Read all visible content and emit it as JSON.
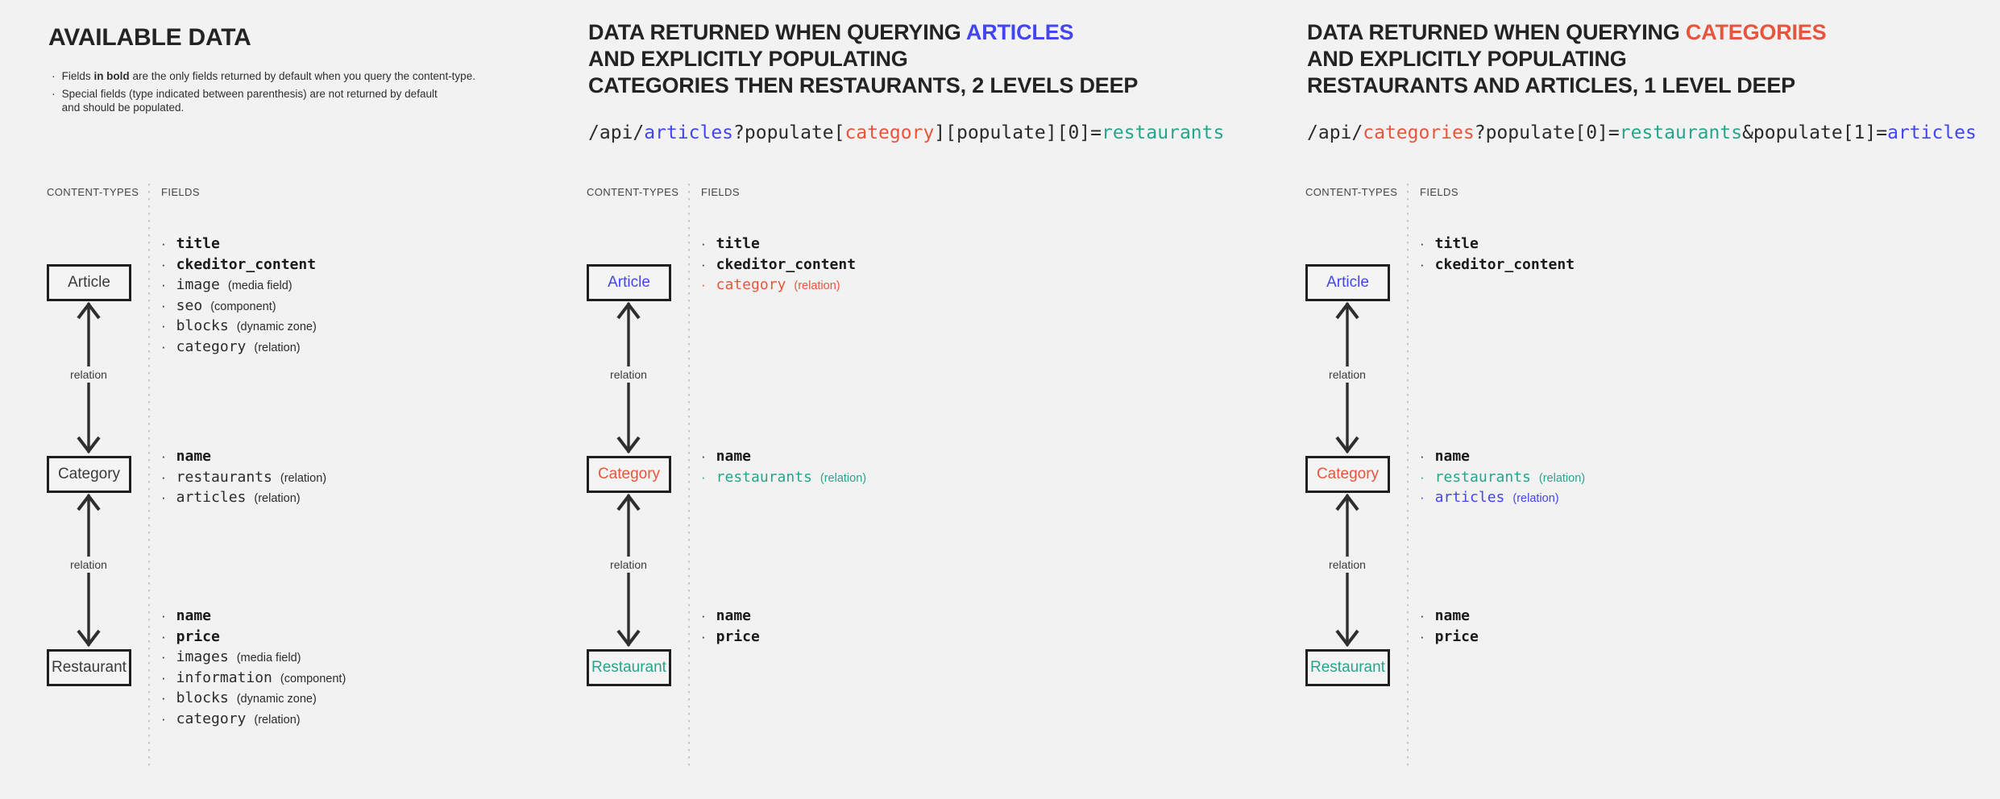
{
  "colors": {
    "background": "#f2f2f2",
    "ink": "#3a3a3a",
    "blue": "#4345ee",
    "red": "#e8553c",
    "teal": "#28a48c"
  },
  "labels": {
    "content_types": "CONTENT-TYPES",
    "fields": "FIELDS",
    "relation": "relation"
  },
  "panels": [
    {
      "name": "available-data",
      "title_lines": [
        [
          {
            "text": "AVAILABLE DATA"
          }
        ]
      ],
      "notes": [
        [
          {
            "text": "Fields "
          },
          {
            "text": "in bold",
            "bold": true
          },
          {
            "text": " are the only fields returned by default when you query the content-type."
          }
        ],
        [
          {
            "text": "Special fields (type indicated between parenthesis) are not returned by default\nand should be populated."
          }
        ]
      ],
      "code": null,
      "nodes": [
        {
          "label": "Article",
          "color": "ink",
          "fields": [
            {
              "name": "title",
              "bold": true
            },
            {
              "name": "ckeditor_content",
              "bold": true
            },
            {
              "name": "image",
              "type": "(media field)"
            },
            {
              "name": "seo",
              "type": "(component)"
            },
            {
              "name": "blocks",
              "type": "(dynamic zone)"
            },
            {
              "name": "category",
              "type": "(relation)"
            }
          ]
        },
        {
          "label": "Category",
          "color": "ink",
          "fields": [
            {
              "name": "name",
              "bold": true
            },
            {
              "name": "restaurants",
              "type": "(relation)"
            },
            {
              "name": "articles",
              "type": "(relation)"
            }
          ]
        },
        {
          "label": "Restaurant",
          "color": "ink",
          "fields": [
            {
              "name": "name",
              "bold": true
            },
            {
              "name": "price",
              "bold": true
            },
            {
              "name": "images",
              "type": "(media field)"
            },
            {
              "name": "information",
              "type": "(component)"
            },
            {
              "name": "blocks",
              "type": "(dynamic zone)"
            },
            {
              "name": "category",
              "type": "(relation)"
            }
          ]
        }
      ]
    },
    {
      "name": "query-articles",
      "title_lines": [
        [
          {
            "text": "DATA RETURNED WHEN QUERYING "
          },
          {
            "text": "ARTICLES",
            "color": "blue"
          }
        ],
        [
          {
            "text": "AND EXPLICITLY POPULATING"
          }
        ],
        [
          {
            "text": "CATEGORIES THEN RESTAURANTS, 2 LEVELS DEEP"
          }
        ]
      ],
      "notes": null,
      "code": [
        {
          "text": "/api/"
        },
        {
          "text": "articles",
          "color": "blue"
        },
        {
          "text": "?populate["
        },
        {
          "text": "category",
          "color": "red"
        },
        {
          "text": "][populate][0]="
        },
        {
          "text": "restaurants",
          "color": "teal"
        }
      ],
      "nodes": [
        {
          "label": "Article",
          "color": "blue",
          "fields": [
            {
              "name": "title",
              "bold": true
            },
            {
              "name": "ckeditor_content",
              "bold": true
            },
            {
              "name": "category",
              "type": "(relation)",
              "color": "red"
            }
          ]
        },
        {
          "label": "Category",
          "color": "red",
          "fields": [
            {
              "name": "name",
              "bold": true
            },
            {
              "name": "restaurants",
              "type": "(relation)",
              "color": "teal"
            }
          ]
        },
        {
          "label": "Restaurant",
          "color": "teal",
          "fields": [
            {
              "name": "name",
              "bold": true
            },
            {
              "name": "price",
              "bold": true
            }
          ]
        }
      ]
    },
    {
      "name": "query-categories",
      "title_lines": [
        [
          {
            "text": "DATA RETURNED WHEN QUERYING "
          },
          {
            "text": "CATEGORIES",
            "color": "red"
          }
        ],
        [
          {
            "text": "AND EXPLICITLY POPULATING"
          }
        ],
        [
          {
            "text": "RESTAURANTS AND ARTICLES, 1 LEVEL DEEP"
          }
        ]
      ],
      "notes": null,
      "code": [
        {
          "text": "/api/"
        },
        {
          "text": "categories",
          "color": "red"
        },
        {
          "text": "?populate[0]="
        },
        {
          "text": "restaurants",
          "color": "teal"
        },
        {
          "text": "&populate[1]="
        },
        {
          "text": "articles",
          "color": "blue"
        }
      ],
      "nodes": [
        {
          "label": "Article",
          "color": "blue",
          "fields": [
            {
              "name": "title",
              "bold": true
            },
            {
              "name": "ckeditor_content",
              "bold": true
            }
          ]
        },
        {
          "label": "Category",
          "color": "red",
          "fields": [
            {
              "name": "name",
              "bold": true
            },
            {
              "name": "restaurants",
              "type": "(relation)",
              "color": "teal"
            },
            {
              "name": "articles",
              "type": "(relation)",
              "color": "blue"
            }
          ]
        },
        {
          "label": "Restaurant",
          "color": "teal",
          "fields": [
            {
              "name": "name",
              "bold": true
            },
            {
              "name": "price",
              "bold": true
            }
          ]
        }
      ]
    }
  ]
}
